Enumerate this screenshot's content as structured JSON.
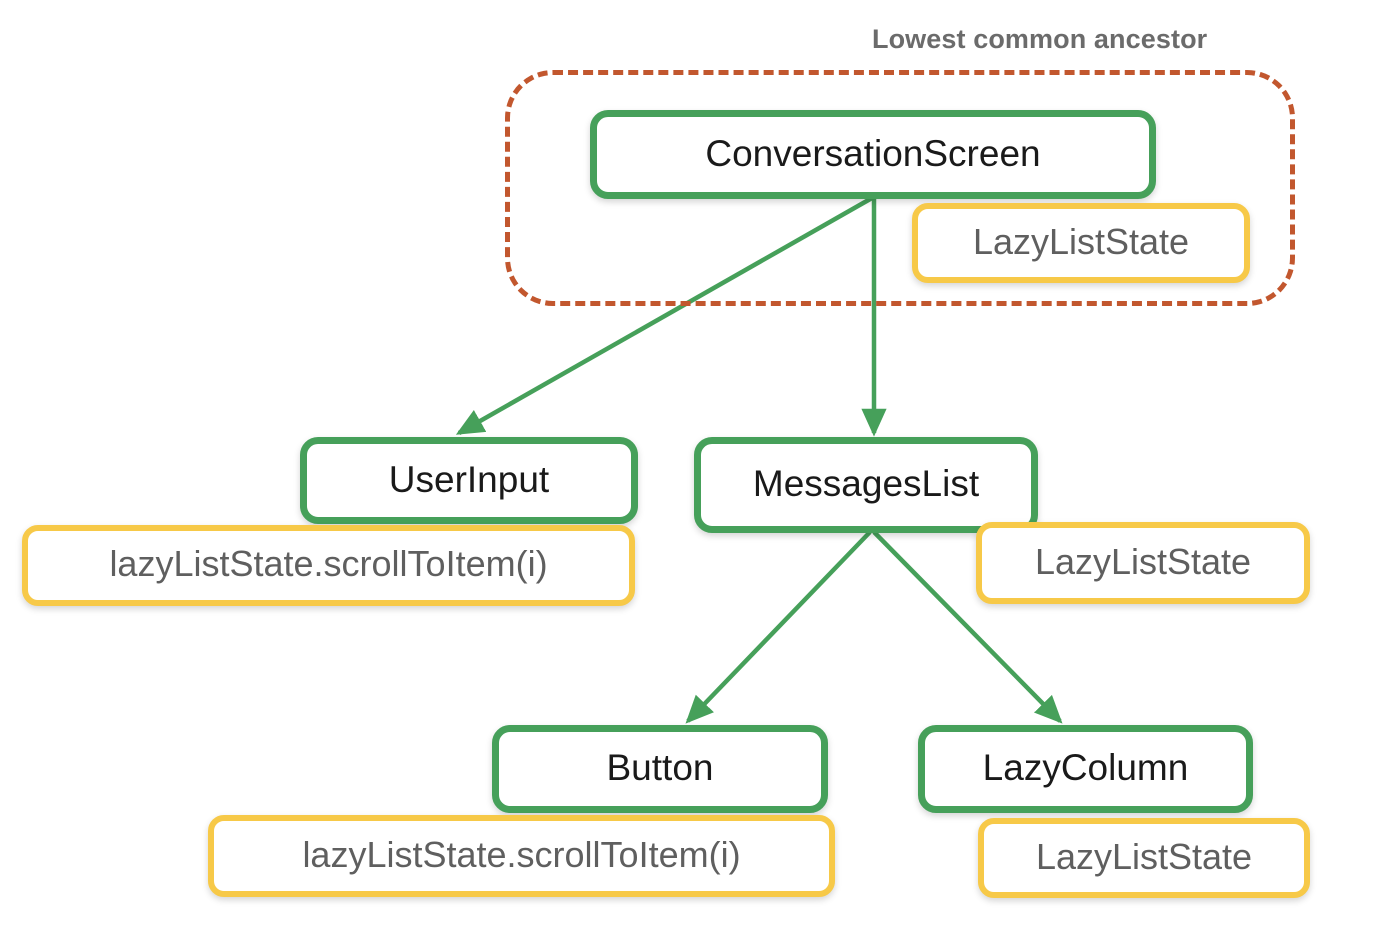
{
  "diagram": {
    "title_caption": "Lowest common ancestor",
    "colors": {
      "composable_border": "#46a05a",
      "state_border": "#f7c948",
      "lca_border": "#c2572e",
      "composable_text": "#1a1a1a",
      "state_text": "#5f5f5f",
      "caption_text": "#6b6b6b",
      "background": "#ffffff"
    },
    "nodes": [
      {
        "id": "conversation-screen",
        "label": "ConversationScreen",
        "kind": "composable"
      },
      {
        "id": "lazy-list-state-root",
        "label": "LazyListState",
        "kind": "state"
      },
      {
        "id": "user-input",
        "label": "UserInput",
        "kind": "composable"
      },
      {
        "id": "user-input-state",
        "label": "lazyListState.scrollToItem(i)",
        "kind": "state"
      },
      {
        "id": "messages-list",
        "label": "MessagesList",
        "kind": "composable"
      },
      {
        "id": "messages-list-state",
        "label": "LazyListState",
        "kind": "state"
      },
      {
        "id": "button",
        "label": "Button",
        "kind": "composable"
      },
      {
        "id": "button-state",
        "label": "lazyListState.scrollToItem(i)",
        "kind": "state"
      },
      {
        "id": "lazy-column",
        "label": "LazyColumn",
        "kind": "composable"
      },
      {
        "id": "lazy-column-state",
        "label": "LazyListState",
        "kind": "state"
      }
    ],
    "edges": [
      {
        "from": "conversation-screen",
        "to": "user-input"
      },
      {
        "from": "conversation-screen",
        "to": "messages-list"
      },
      {
        "from": "messages-list",
        "to": "button"
      },
      {
        "from": "messages-list",
        "to": "lazy-column"
      }
    ]
  }
}
